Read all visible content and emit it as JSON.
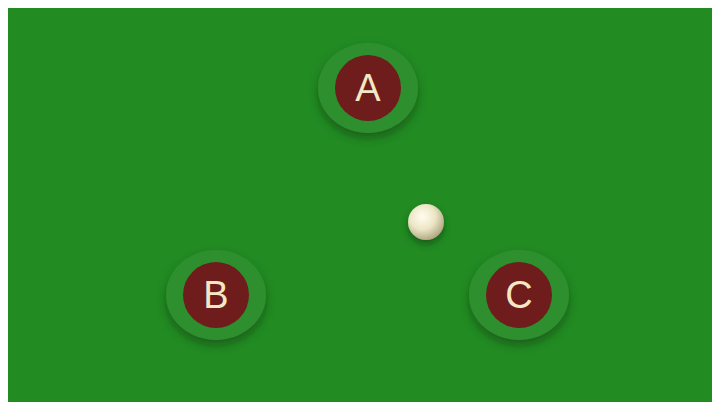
{
  "diagram": {
    "nodes": [
      {
        "text": [
          "A"
        ]
      },
      {
        "text": [
          "B"
        ]
      },
      {
        "text": [
          "C"
        ]
      }
    ]
  }
}
